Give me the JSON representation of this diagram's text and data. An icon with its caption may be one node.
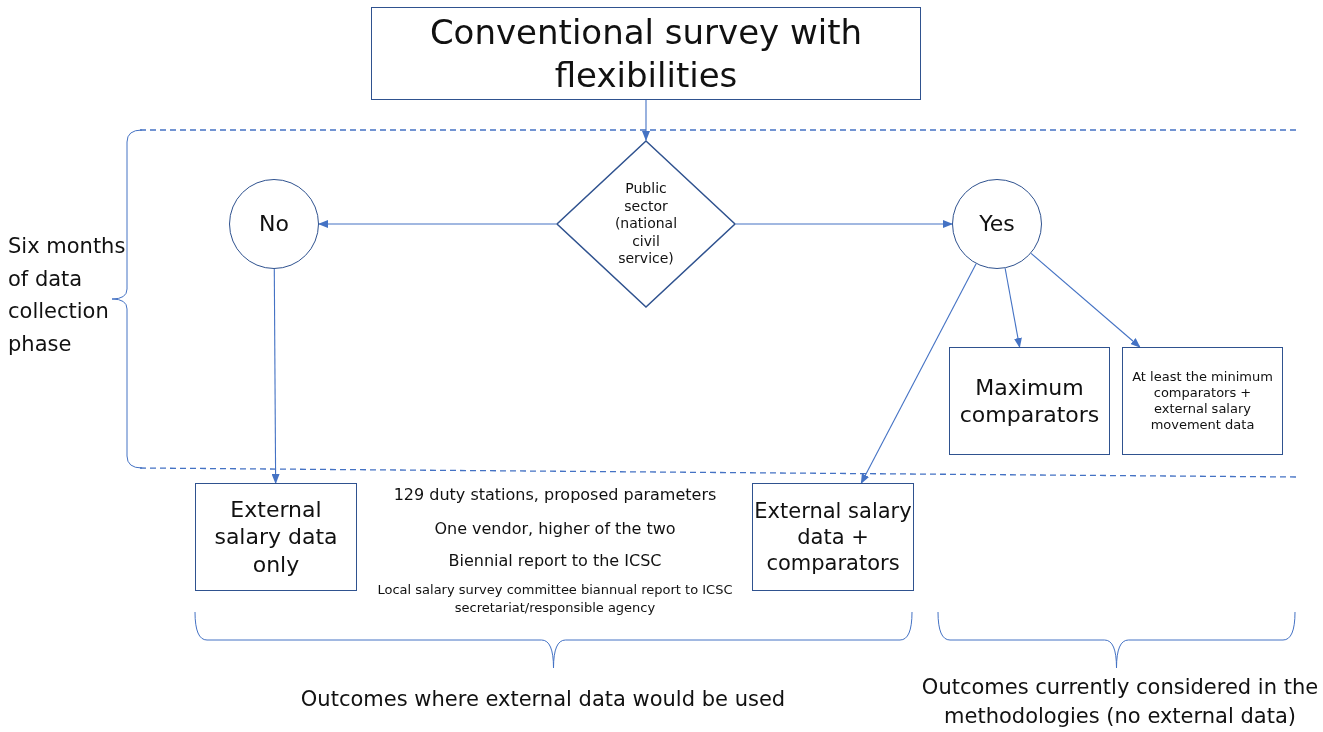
{
  "diagram": {
    "nodes": [
      {
        "text": [
          "Conventional survey with flexibilities"
        ]
      },
      {
        "text": [
          "Public sector (national civil service)"
        ]
      },
      {
        "text": [
          "No"
        ]
      },
      {
        "text": [
          "Yes"
        ]
      },
      {
        "text": [
          "Maximum comparators"
        ]
      },
      {
        "text": [
          "At least the minimum comparators + external salary movement data"
        ]
      },
      {
        "text": [
          "External salary data only"
        ]
      },
      {
        "text": [
          "External salary data + comparators"
        ]
      }
    ],
    "edges": [
      {
        "from": 0,
        "to": 1,
        "arrow": "to"
      },
      {
        "from": 1,
        "to": 2,
        "arrow": "to"
      },
      {
        "from": 1,
        "to": 3,
        "arrow": "to"
      },
      {
        "from": 2,
        "to": 6,
        "arrow": "to"
      },
      {
        "from": 3,
        "to": 4,
        "arrow": "to"
      },
      {
        "from": 3,
        "to": 5,
        "arrow": "to"
      },
      {
        "from": 3,
        "to": 7,
        "arrow": "to"
      }
    ],
    "labels": [
      "Six months of data collection phase",
      "129 duty stations, proposed parameters",
      "One vendor, higher of the two",
      "Biennial report to the ICSC",
      "Local salary survey committee biannual report to ICSC secretariat/responsible agency",
      "Outcomes where external data would be used",
      "Outcomes currently considered in the methodologies (no external data)"
    ]
  }
}
